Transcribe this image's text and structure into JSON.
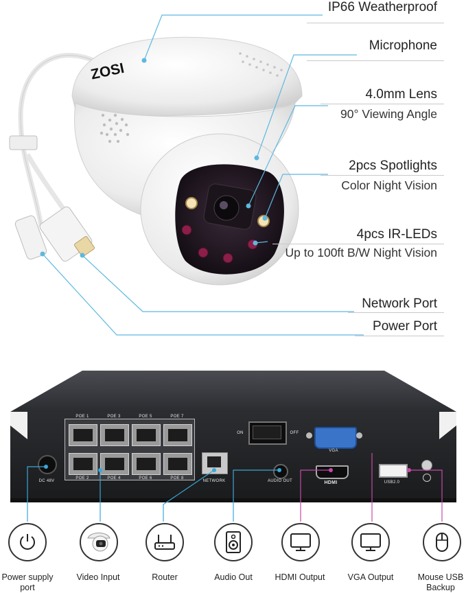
{
  "camera": {
    "brand": "ZOSI"
  },
  "callouts": [
    {
      "title": "IP66 Weatherproof",
      "subtitle": ""
    },
    {
      "title": "Microphone",
      "subtitle": ""
    },
    {
      "title": "4.0mm Lens",
      "subtitle": "90° Viewing Angle"
    },
    {
      "title": "2pcs Spotlights",
      "subtitle": "Color Night Vision"
    },
    {
      "title": "4pcs IR-LEDs",
      "subtitle": "Up to 100ft B/W Night Vision"
    },
    {
      "title": "Network Port",
      "subtitle": ""
    },
    {
      "title": "Power Port",
      "subtitle": ""
    }
  ],
  "nvr": {
    "poe_top": [
      "POE 1",
      "POE 3",
      "POE 5",
      "POE 7"
    ],
    "poe_bottom": [
      "POE 2",
      "POE 4",
      "POE 6",
      "POE 8"
    ],
    "dc": "DC 48V",
    "network": "NETWORK",
    "audio_out": "AUDIO OUT",
    "on": "ON",
    "off": "OFF",
    "vga": "VGA",
    "hdmi": "HDMI",
    "usb": "USB2.0"
  },
  "ports": [
    {
      "label": "Power supply\nport",
      "icon": "power-icon",
      "color": "#3aa7d8"
    },
    {
      "label": "Video Input",
      "icon": "camera-icon",
      "color": "#3aa7d8"
    },
    {
      "label": "Router",
      "icon": "router-icon",
      "color": "#3aa7d8"
    },
    {
      "label": "Audio Out",
      "icon": "speaker-icon",
      "color": "#3aa7d8"
    },
    {
      "label": "HDMI Output",
      "icon": "monitor-icon",
      "color": "#c54aa8"
    },
    {
      "label": "VGA Output",
      "icon": "monitor-icon",
      "color": "#c54aa8"
    },
    {
      "label": "Mouse USB\nBackup",
      "icon": "mouse-icon",
      "color": "#c54aa8"
    }
  ]
}
